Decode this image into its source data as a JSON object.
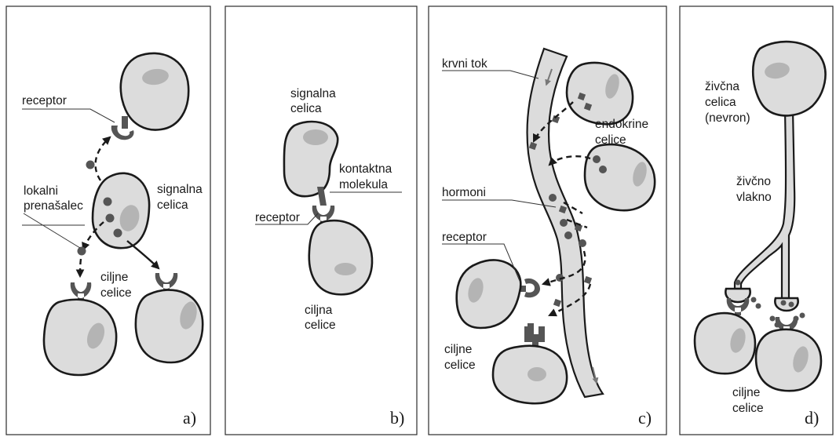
{
  "panels": {
    "a": {
      "letter": "a)",
      "receptor": "receptor",
      "local_mediator_1": "lokalni",
      "local_mediator_2": "prenašalec",
      "signal_cell_1": "signalna",
      "signal_cell_2": "celica",
      "target_cells_1": "ciljne",
      "target_cells_2": "celice"
    },
    "b": {
      "letter": "b)",
      "signal_cell_1": "signalna",
      "signal_cell_2": "celica",
      "contact_molecule_1": "kontaktna",
      "contact_molecule_2": "molekula",
      "receptor": "receptor",
      "target_cell_1": "ciljna",
      "target_cell_2": "celice"
    },
    "c": {
      "letter": "c)",
      "bloodstream": "krvni tok",
      "endocrine_1": "endokrine",
      "endocrine_2": "celice",
      "hormones": "hormoni",
      "receptor": "receptor",
      "target_cells_1": "ciljne",
      "target_cells_2": "celice"
    },
    "d": {
      "letter": "d)",
      "nerve_cell_1": "živčna",
      "nerve_cell_2": "celica",
      "nerve_cell_3": "(nevron)",
      "nerve_fiber_1": "živčno",
      "nerve_fiber_2": "vlakno",
      "target_cells_1": "ciljne",
      "target_cells_2": "celice"
    }
  }
}
